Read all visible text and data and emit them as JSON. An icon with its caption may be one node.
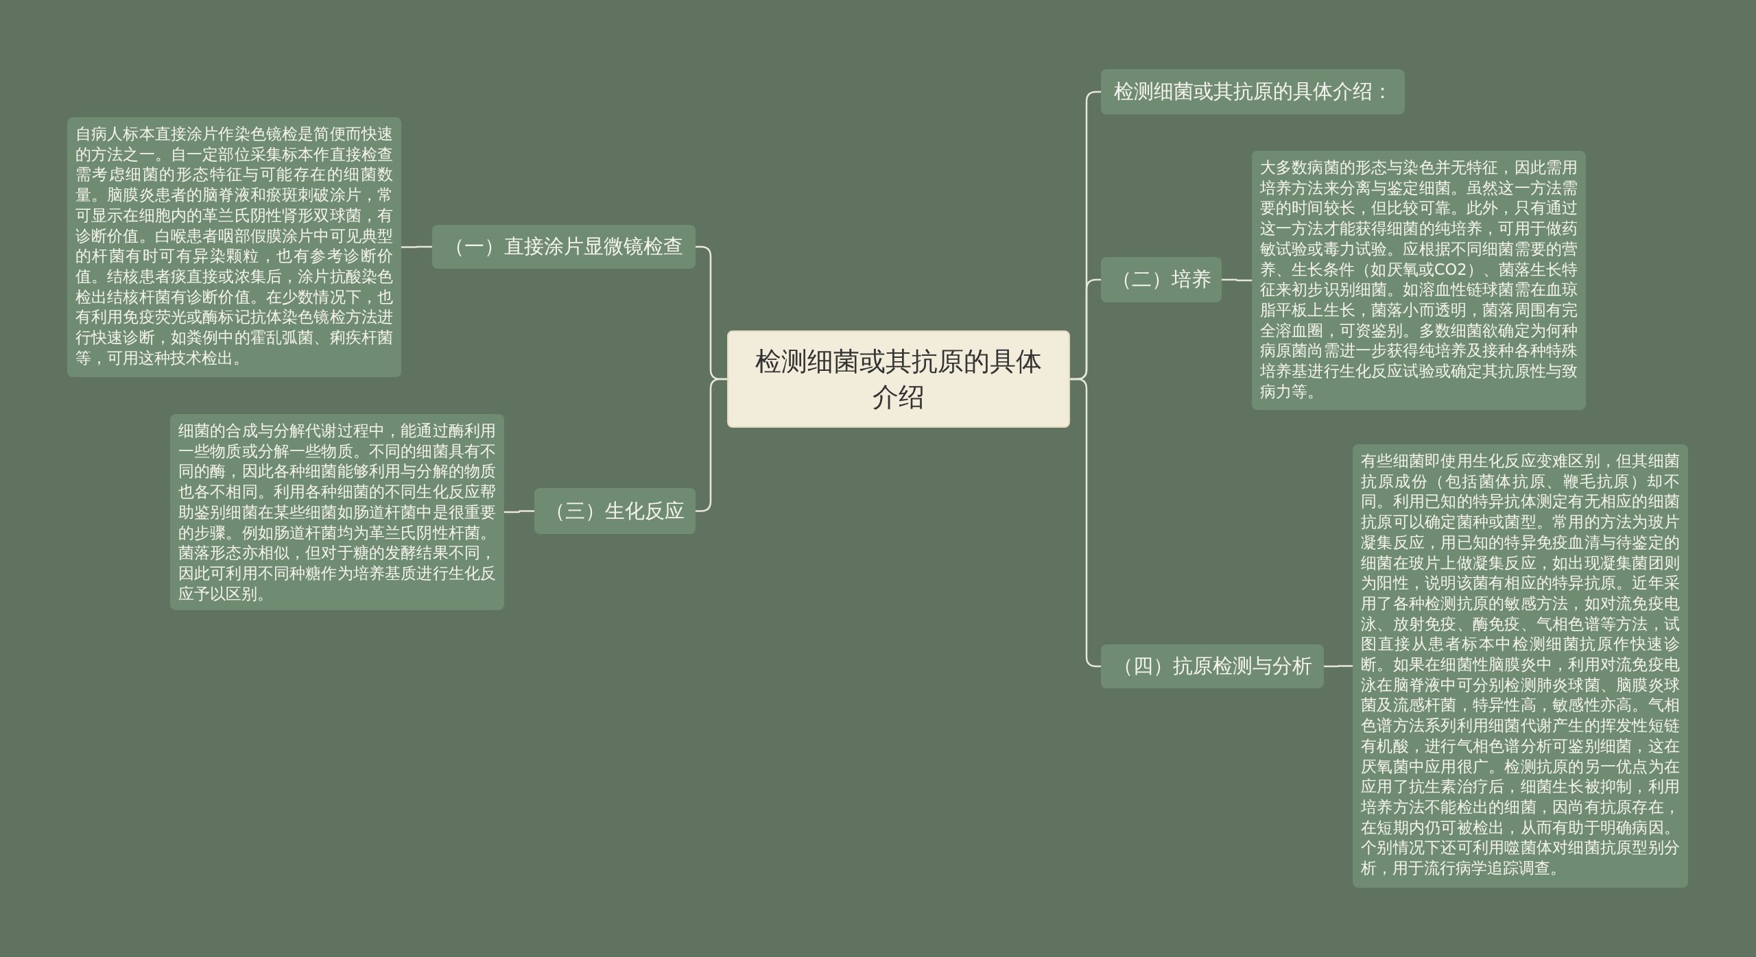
{
  "diagram": {
    "nodes": [
      {
        "text": [
          "检测细菌或其抗原的具体介绍"
        ]
      },
      {
        "text": [
          "（一）直接涂片显微镜检查"
        ]
      },
      {
        "text": [
          "自病人标本直接涂片作染色镜检是简便而快速的方法之一。自一定部位采集标本作直接检查需考虑细菌的形态特征与可能存在的细菌数量。脑膜炎患者的脑脊液和瘀斑刺破涂片，常可显示在细胞内的革兰氏阴性肾形双球菌，有诊断价值。白喉患者咽部假膜涂片中可见典型的杆菌有时可有异染颗粒，也有参考诊断价值。结核患者痰直接或浓集后，涂片抗酸染色检出结核杆菌有诊断价值。在少数情况下，也有利用免疫荧光或酶标记抗体染色镜检方法进行快速诊断，如粪例中的霍乱弧菌、痢疾杆菌等，可用这种技术检出。"
        ]
      },
      {
        "text": [
          "（三）生化反应"
        ]
      },
      {
        "text": [
          "细菌的合成与分解代谢过程中，能通过酶利用一些物质或分解一些物质。不同的细菌具有不同的酶，因此各种细菌能够利用与分解的物质也各不相同。利用各种细菌的不同生化反应帮助鉴别细菌在某些细菌如肠道杆菌中是很重要的步骤。例如肠道杆菌均为革兰氏阴性杆菌。菌落形态亦相似，但对于糖的发酵结果不同，因此可利用不同种糖作为培养基质进行生化反应予以区别。"
        ]
      },
      {
        "text": [
          "检测细菌或其抗原的具体介绍："
        ]
      },
      {
        "text": [
          "（二）培养"
        ]
      },
      {
        "text": [
          "大多数病菌的形态与染色并无特征，因此需用培养方法来分离与鉴定细菌。虽然这一方法需要的时间较长，但比较可靠。此外，只有通过这一方法才能获得细菌的纯培养，可用于做药敏试验或毒力试验。应根据不同细菌需要的营养、生长条件（如厌氧或CO2）、菌落生长特征来初步识别细菌。如溶血性链球菌需在血琼脂平板上生长，菌落小而透明，菌落周围有完全溶血圈，可资鉴别。多数细菌欲确定为何种病原菌尚需进一步获得纯培养及接种各种特殊培养基进行生化反应试验或确定其抗原性与致病力等。"
        ]
      },
      {
        "text": [
          "（四）抗原检测与分析"
        ]
      },
      {
        "text": [
          "有些细菌即使用生化反应变难区别，但其细菌抗原成份（包括菌体抗原、鞭毛抗原）却不同。利用已知的特异抗体测定有无相应的细菌抗原可以确定菌种或菌型。常用的方法为玻片凝集反应，用已知的特异免疫血清与待鉴定的细菌在玻片上做凝集反应，如出现凝集菌团则为阳性，说明该菌有相应的特异抗原。近年采用了各种检测抗原的敏感方法，如对流免疫电泳、放射免疫、酶免疫、气相色谱等方法，试图直接从患者标本中检测细菌抗原作快速诊断。如果在细菌性脑膜炎中，利用对流免疫电泳在脑脊液中可分别检测肺炎球菌、脑膜炎球菌及流感杆菌，特异性高，敏感性亦高。气相色谱方法系列利用细菌代谢产生的挥发性短链有机酸，进行气相色谱分析可鉴别细菌，这在厌氧菌中应用很广。检测抗原的另一优点为在应用了抗生素治疗后，细菌生长被抑制，利用培养方法不能检出的细菌，因尚有抗原存在，在短期内仍可被检出，从而有助于明确病因。个别情况下还可利用噬菌体对细菌抗原型别分析，用于流行病学追踪调查。"
        ]
      }
    ],
    "edges": [
      {
        "from": 0,
        "to": 1,
        "arrow": "none"
      },
      {
        "from": 1,
        "to": 2,
        "arrow": "none"
      },
      {
        "from": 0,
        "to": 3,
        "arrow": "none"
      },
      {
        "from": 3,
        "to": 4,
        "arrow": "none"
      },
      {
        "from": 0,
        "to": 5,
        "arrow": "none"
      },
      {
        "from": 0,
        "to": 6,
        "arrow": "none"
      },
      {
        "from": 6,
        "to": 7,
        "arrow": "none"
      },
      {
        "from": 0,
        "to": 8,
        "arrow": "none"
      },
      {
        "from": 8,
        "to": 9,
        "arrow": "none"
      }
    ]
  }
}
